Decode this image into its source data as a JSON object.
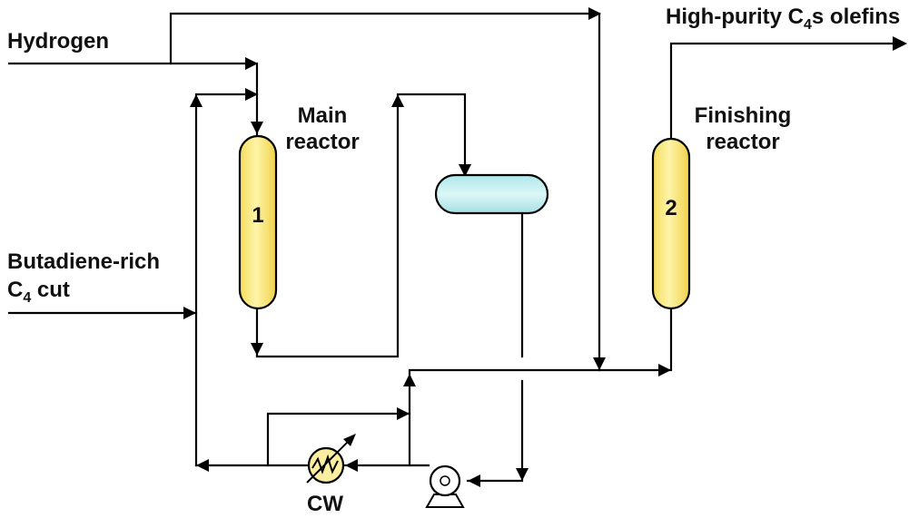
{
  "streams": {
    "hydrogen": "Hydrogen",
    "feed_line1": "Butadiene-rich",
    "feed_line2_pre": "C",
    "feed_line2_sub": "4",
    "feed_line2_post": " cut",
    "product_pre": "High-purity C",
    "product_sub": "4",
    "product_post": "s olefins"
  },
  "units": {
    "main_reactor_line1": "Main",
    "main_reactor_line2": "reactor",
    "main_reactor_number": "1",
    "finishing_reactor_line1": "Finishing",
    "finishing_reactor_line2": "reactor",
    "finishing_reactor_number": "2",
    "cooler_label": "CW"
  },
  "colors": {
    "reactor_fill": "#f9ec8a",
    "separator_fill": "#c8f0f2",
    "cooler_fill": "#fbeea0",
    "line": "#000000"
  }
}
